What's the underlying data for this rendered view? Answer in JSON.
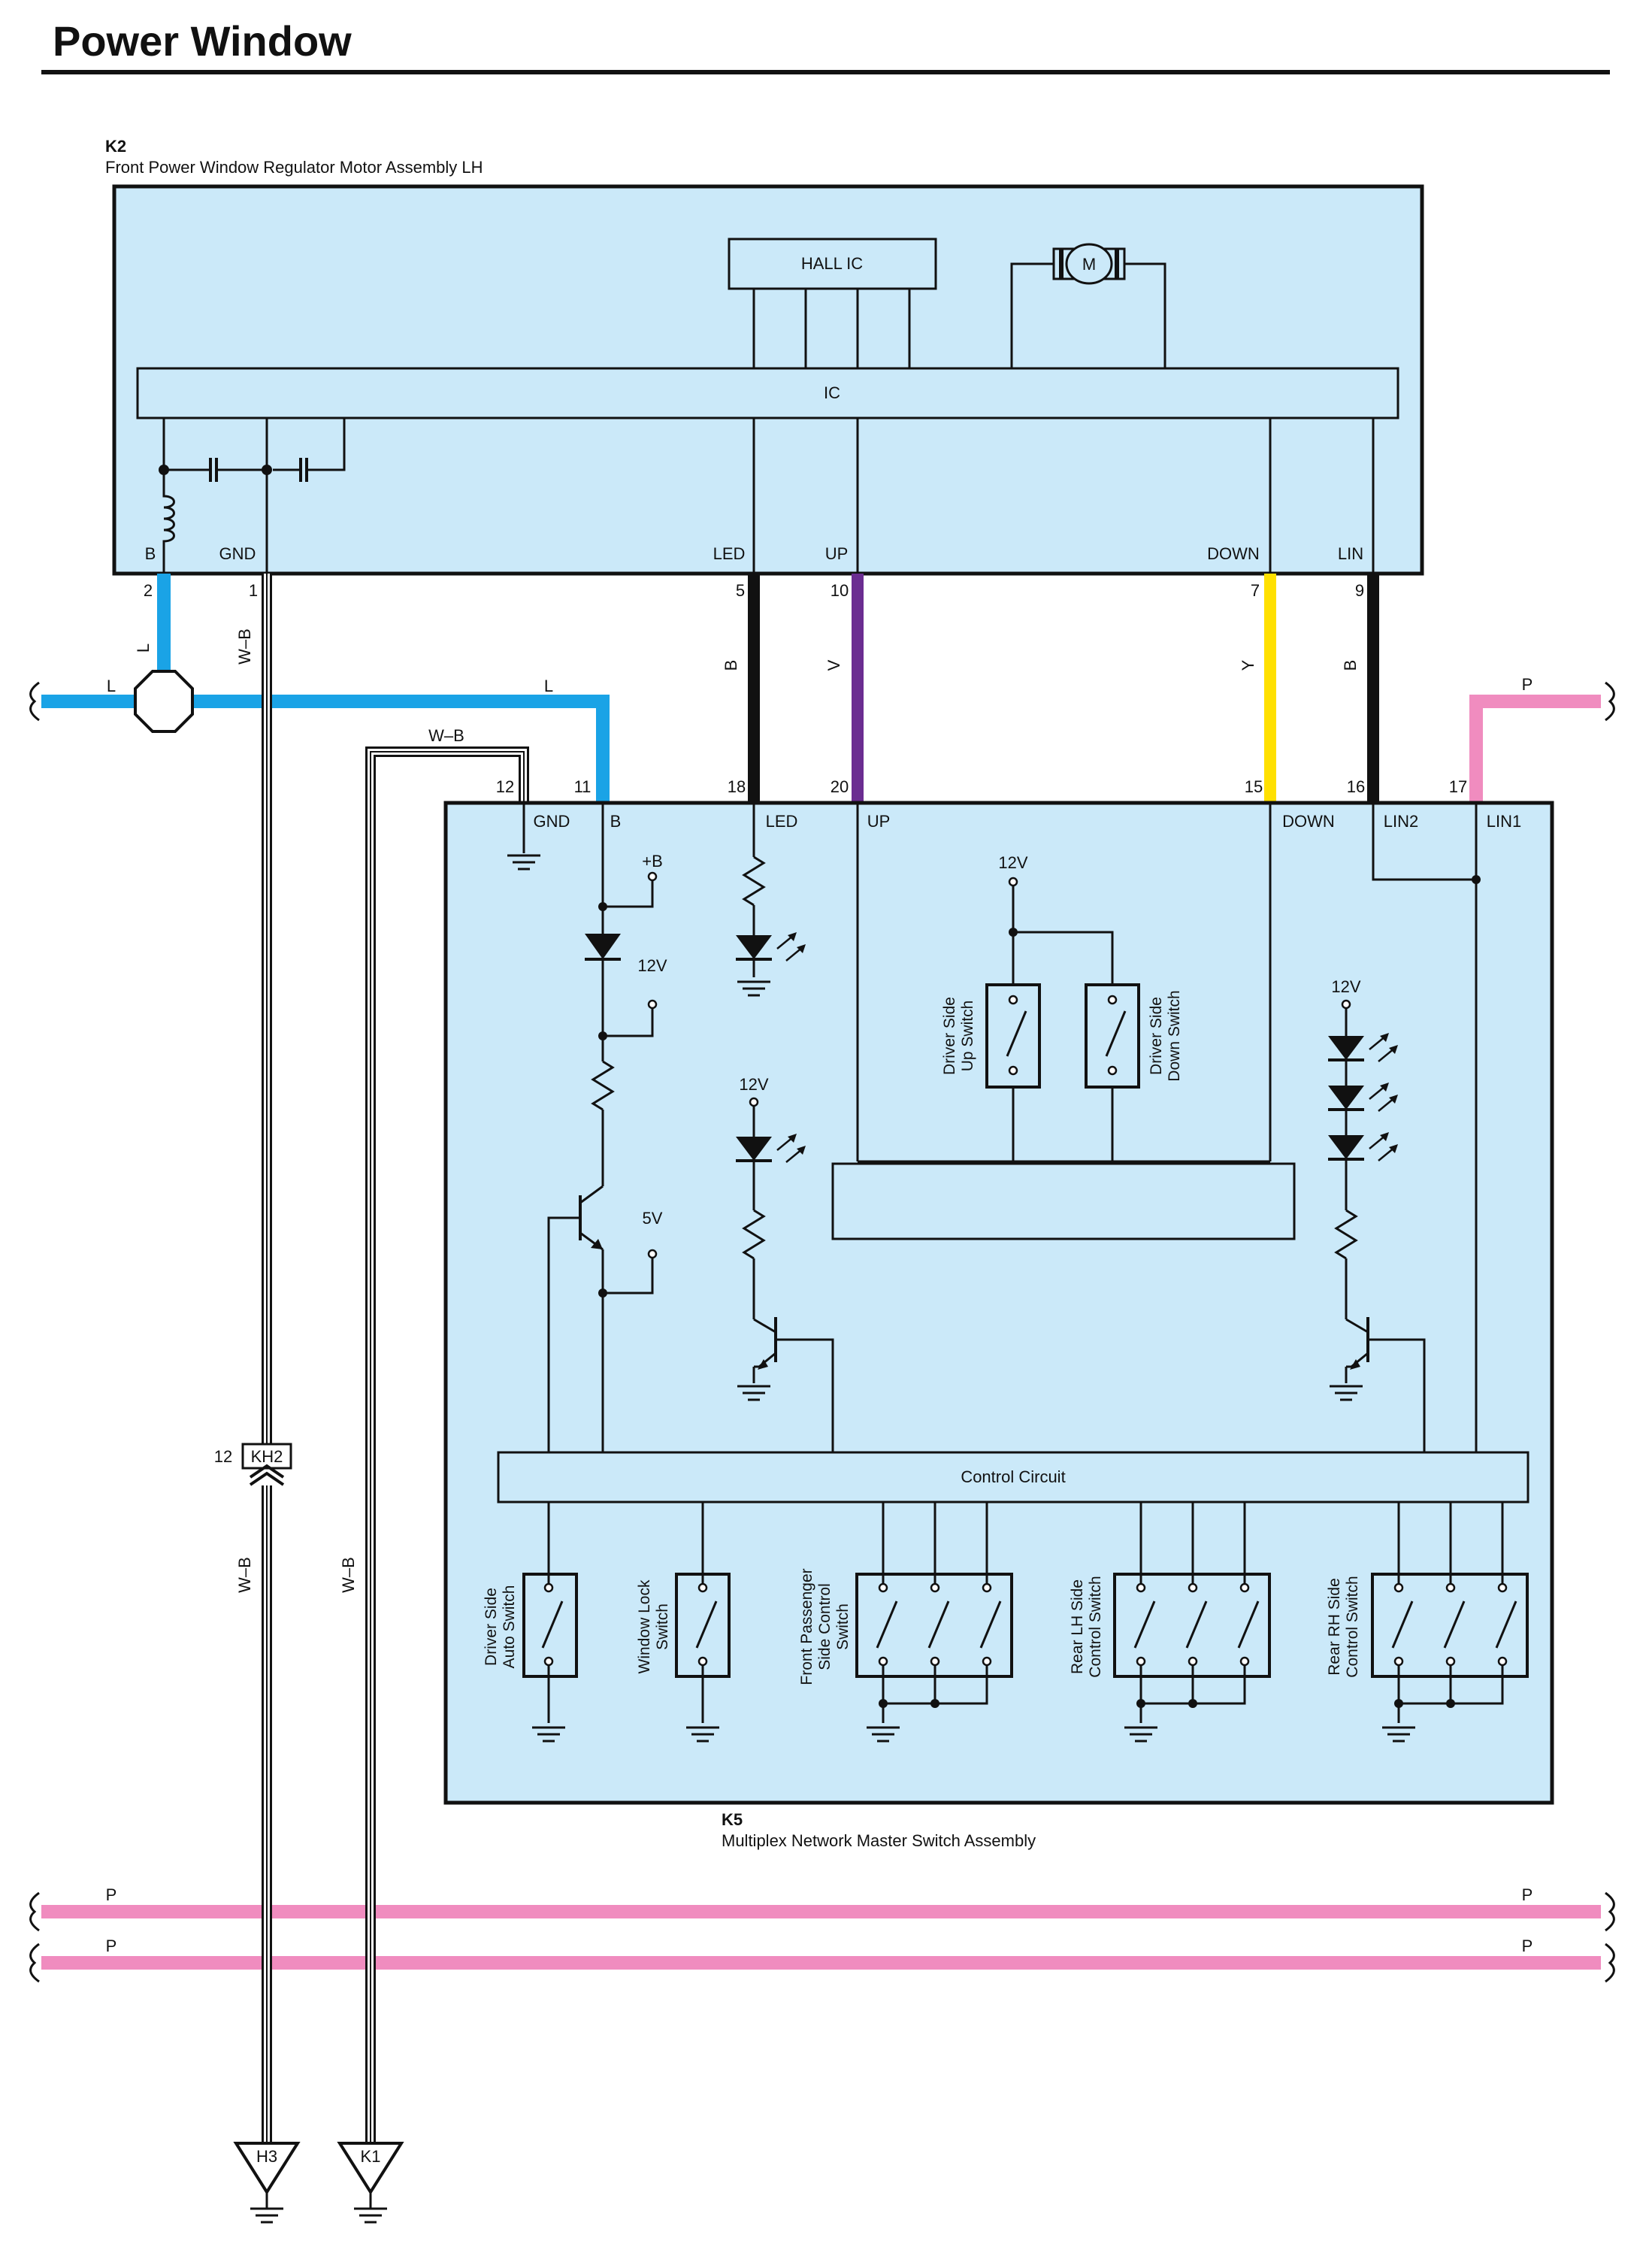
{
  "title": "Power Window",
  "k2": {
    "id": "K2",
    "name": "Front Power Window Regulator Motor Assembly LH"
  },
  "k5": {
    "id": "K5",
    "name": "Multiplex Network Master Switch Assembly"
  },
  "hall_ic": "HALL IC",
  "motor": "M",
  "ic": "IC",
  "control_circuit": "Control Circuit",
  "k2_pins": {
    "b": {
      "name": "B",
      "num": "2"
    },
    "gnd": {
      "name": "GND",
      "num": "1"
    },
    "led": {
      "name": "LED",
      "num": "5"
    },
    "up": {
      "name": "UP",
      "num": "10"
    },
    "down": {
      "name": "DOWN",
      "num": "7"
    },
    "lin": {
      "name": "LIN",
      "num": "9"
    }
  },
  "k5_pins": {
    "gnd": {
      "name": "GND",
      "num": "12"
    },
    "b": {
      "name": "B",
      "num": "11"
    },
    "led": {
      "name": "LED",
      "num": "18"
    },
    "up": {
      "name": "UP",
      "num": "20"
    },
    "down": {
      "name": "DOWN",
      "num": "15"
    },
    "lin2": {
      "name": "LIN2",
      "num": "16"
    },
    "lin1": {
      "name": "LIN1",
      "num": "17"
    }
  },
  "wire_colors": {
    "L": "L",
    "WB": "W–B",
    "B": "B",
    "V": "V",
    "Y": "Y",
    "P": "P"
  },
  "colors": {
    "blue_wire": "#1aa3e6",
    "pink_wire": "#f08cbf",
    "violet_wire": "#6b2d91",
    "yellow_wire": "#ffe000",
    "black_wire": "#111111",
    "component_fill": "#cbe9f9"
  },
  "supplies": {
    "plus_b": "+B",
    "v12": "12V",
    "v5": "5V"
  },
  "connector": {
    "id": "KH2",
    "pin": "12"
  },
  "grounds": {
    "h3": "H3",
    "k1": "K1"
  },
  "switches": {
    "driver_up": [
      "Driver Side",
      "Up Switch"
    ],
    "driver_down": [
      "Driver Side",
      "Down Switch"
    ],
    "driver_auto": [
      "Driver Side",
      "Auto Switch"
    ],
    "window_lock": [
      "Window Lock",
      "Switch"
    ],
    "front_passenger": [
      "Front Passenger",
      "Side Control",
      "Switch"
    ],
    "rear_lh": [
      "Rear LH Side",
      "Control Switch"
    ],
    "rear_rh": [
      "Rear RH Side",
      "Control Switch"
    ]
  }
}
